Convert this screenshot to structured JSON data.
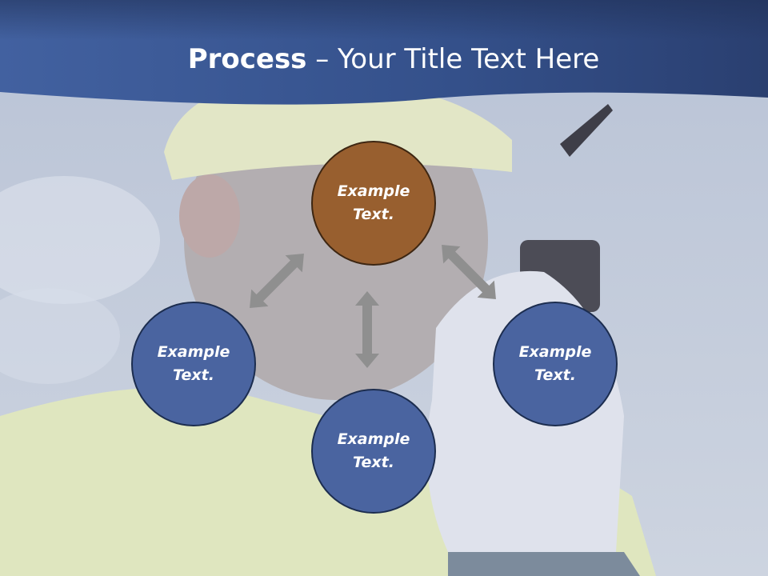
{
  "slide": {
    "title_bold": "Process",
    "title_rest": " – Your Title Text Here"
  },
  "nodes": [
    {
      "id": "top",
      "line1": "Example",
      "line2": "Text."
    },
    {
      "id": "left",
      "line1": "Example",
      "line2": "Text."
    },
    {
      "id": "right",
      "line1": "Example",
      "line2": "Text."
    },
    {
      "id": "bottom",
      "line1": "Example",
      "line2": "Text."
    }
  ],
  "colors": {
    "header": "#3b5793",
    "node_fill": "#4a64a0",
    "node_accent": "#985f2f",
    "arrow": "#8f8f8f"
  }
}
